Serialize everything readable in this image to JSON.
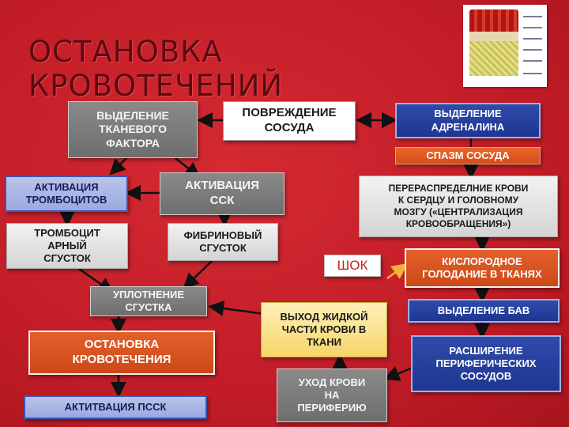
{
  "title": "ОСТАНОВКА КРОВОТЕЧЕНИЙ",
  "nodes": {
    "tissue_factor": "ВЫДЕЛЕНИЕ\nТКАНЕВОГО\nФАКТОРА",
    "vessel_damage": "ПОВРЕЖДЕНИЕ\nСОСУДА",
    "adrenaline": "ВЫДЕЛЕНИЕ\nАДРЕНАЛИНА",
    "vessel_spasm": "СПАЗМ СОСУДА",
    "platelet_activation": "АКТИВАЦИЯ\nТРОМБОЦИТОВ",
    "ssk_activation": "АКТИВАЦИЯ\nССК",
    "blood_redistribution": "ПЕРЕРАСПРЕДЕЛНИЕ КРОВИ\nК СЕРДЦУ И ГОЛОВНОМУ\nМОЗГУ («ЦЕНТРАЛИЗАЦИЯ\nКРОВООБРАЩЕНИЯ»)",
    "platelet_clot": "ТРОМБОЦИТ\nАРНЫЙ\nСГУСТОК",
    "fibrin_clot": "ФИБРИНОВЫЙ\nСГУСТОК",
    "shock": "ШОК",
    "tissue_hypoxia": "КИСЛОРОДНОЕ\nГОЛОДАНИЕ В ТКАНЯХ",
    "clot_compaction": "УПЛОТНЕНИЕ\nСГУСТКА",
    "fluid_exit": "ВЫХОД ЖИДКОЙ\nЧАСТИ КРОВИ В\nТКАНИ",
    "bav_release": "ВЫДЕЛЕНИЕ БАВ",
    "bleeding_stop": "ОСТАНОВКА\nКРОВОТЕЧЕНИЯ",
    "peripheral_dilation": "РАСШИРЕНИЕ\nПЕРИФЕРИЧЕСКИХ\nСОСУДОВ",
    "blood_to_periphery": "УХОД КРОВИ\nНА\nПЕРИФЕРИЮ",
    "pssk_activation": "АКТИТВАЦИЯ ПССК"
  },
  "colors": {
    "background": "#c8202a",
    "arrow": "#111111",
    "shock_arrow": "#f2b33a"
  }
}
